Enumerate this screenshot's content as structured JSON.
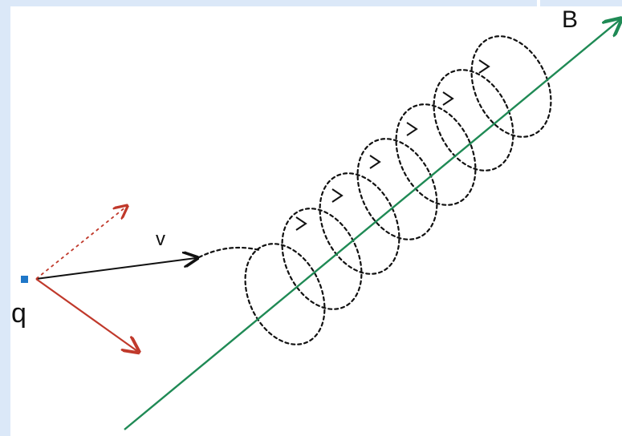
{
  "labels": {
    "field": "B",
    "velocity": "v",
    "charge": "q"
  },
  "colors": {
    "field_line": "#1f8a55",
    "velocity_vector": "#111111",
    "component_vectors": "#c0392b",
    "charge_point": "#1f77c8",
    "helix_path": "#111111",
    "page_edge": "#dbe8f8"
  },
  "icons": {
    "helix_direction_markers": "arrowhead"
  }
}
